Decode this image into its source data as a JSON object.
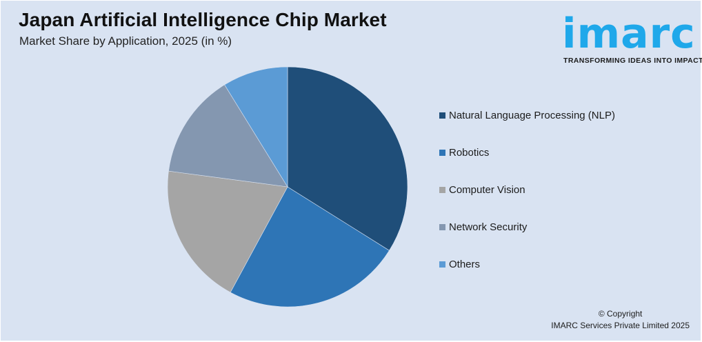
{
  "header": {
    "title": "Japan Artificial Intelligence Chip Market",
    "subtitle": "Market Share by Application, 2025 (in %)"
  },
  "logo": {
    "wordmark": "imarc",
    "tagline": "TRANSFORMING IDEAS INTO IMPACT",
    "color": "#1fa8ea"
  },
  "legend": {
    "items": [
      {
        "label": "Natural Language Processing (NLP)",
        "color": "#1f4e79"
      },
      {
        "label": "Robotics",
        "color": "#2e75b6"
      },
      {
        "label": "Computer Vision",
        "color": "#a5a5a5"
      },
      {
        "label": "Network Security",
        "color": "#8497b0"
      },
      {
        "label": "Others",
        "color": "#5b9bd5"
      }
    ]
  },
  "footer": {
    "copyright_line1": "© Copyright",
    "copyright_line2": "IMARC Services Private Limited 2025"
  },
  "chart_data": {
    "type": "pie",
    "title": "Japan Artificial Intelligence Chip Market",
    "subtitle": "Market Share by Application, 2025 (in %)",
    "categories": [
      "Natural Language Processing (NLP)",
      "Robotics",
      "Computer Vision",
      "Network Security",
      "Others"
    ],
    "values": [
      33.9,
      24.0,
      19.2,
      14.1,
      8.8
    ],
    "colors": [
      "#1f4e79",
      "#2e75b6",
      "#a5a5a5",
      "#8497b0",
      "#5b9bd5"
    ],
    "start_angle_deg": 0,
    "direction": "clockwise",
    "legend_position": "right",
    "data_labels": false
  }
}
